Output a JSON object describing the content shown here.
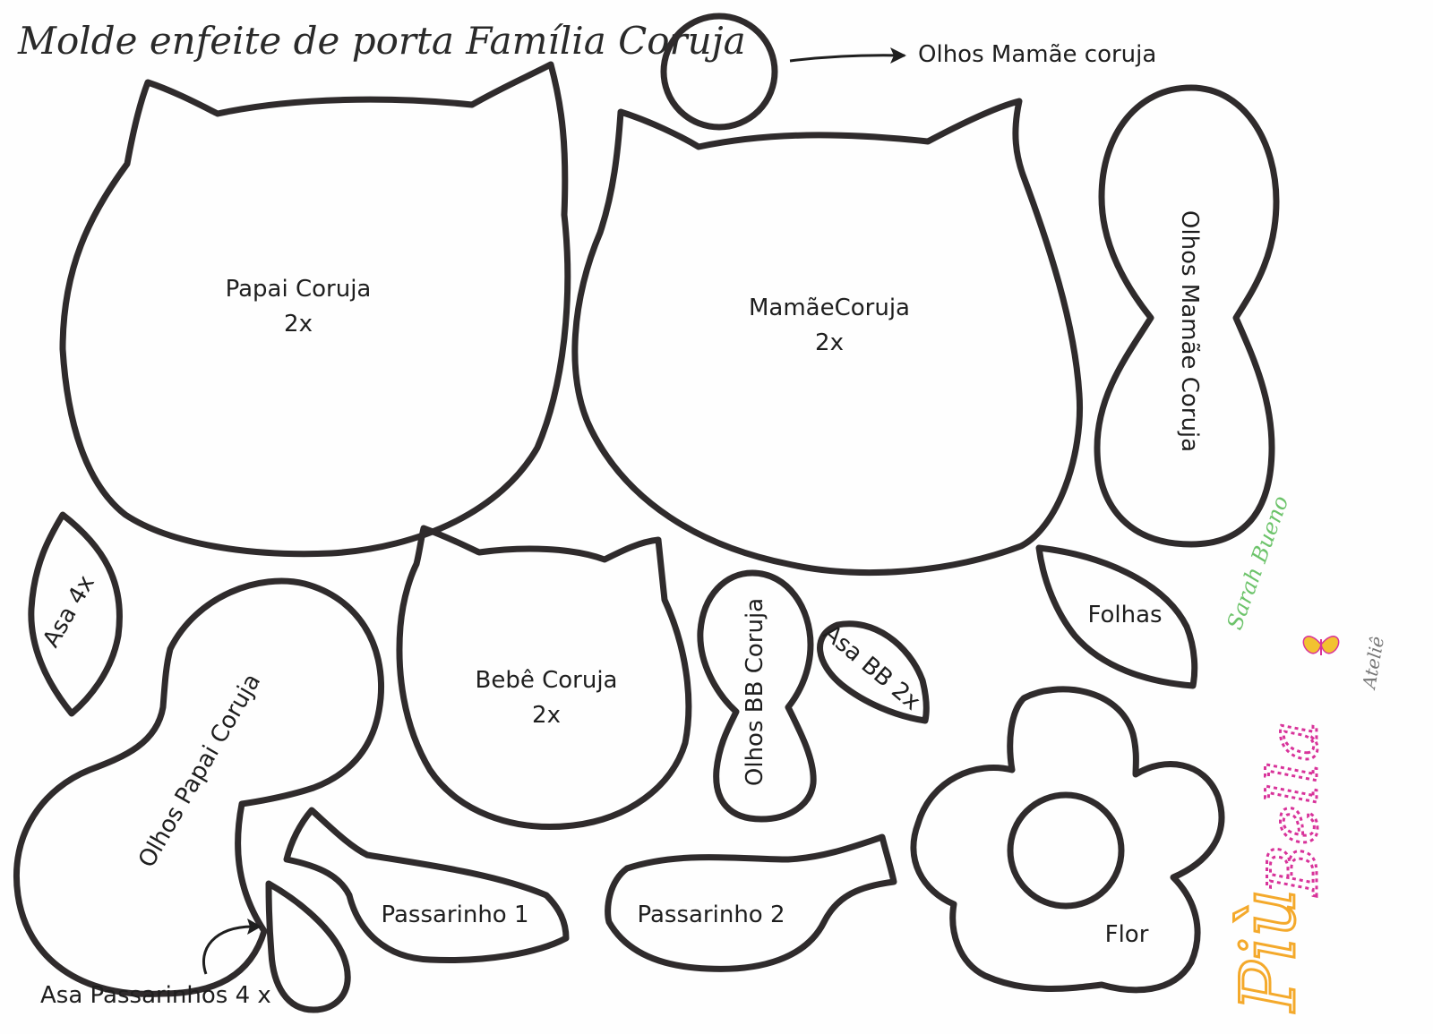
{
  "title": "Molde enfeite de porta Família Coruja",
  "labels": {
    "papai_name": "Papai Coruja",
    "papai_qty": "2x",
    "mamae_name": "MamãeCoruja",
    "mamae_qty": "2x",
    "bebe_name": "Bebê Coruja",
    "bebe_qty": "2x",
    "olhos_mamae_top": "Olhos Mamãe coruja",
    "olhos_mamae_side": "Olhos Mamãe Coruja",
    "olhos_papai": "Olhos Papai Coruja",
    "olhos_bb": "Olhos BB Coruja",
    "asa": "Asa 4x",
    "asa_bb": "Asa BB 2x",
    "folhas": "Folhas",
    "flor": "Flor",
    "passarinho1": "Passarinho 1",
    "passarinho2": "Passarinho 2",
    "asa_passarinhos": "Asa Passarinhos 4 x"
  },
  "watermark": {
    "signature": "Sarah Bueno",
    "brand_part1": "Più",
    "brand_part2": "Bella",
    "brand_suffix": "Ateliê"
  },
  "colors": {
    "outline": "#2f2b2c",
    "signature_green": "#6cc36a",
    "brand_orange": "#f4a92b",
    "brand_magenta": "#d8339a",
    "butterfly_yellow": "#f2c230"
  }
}
